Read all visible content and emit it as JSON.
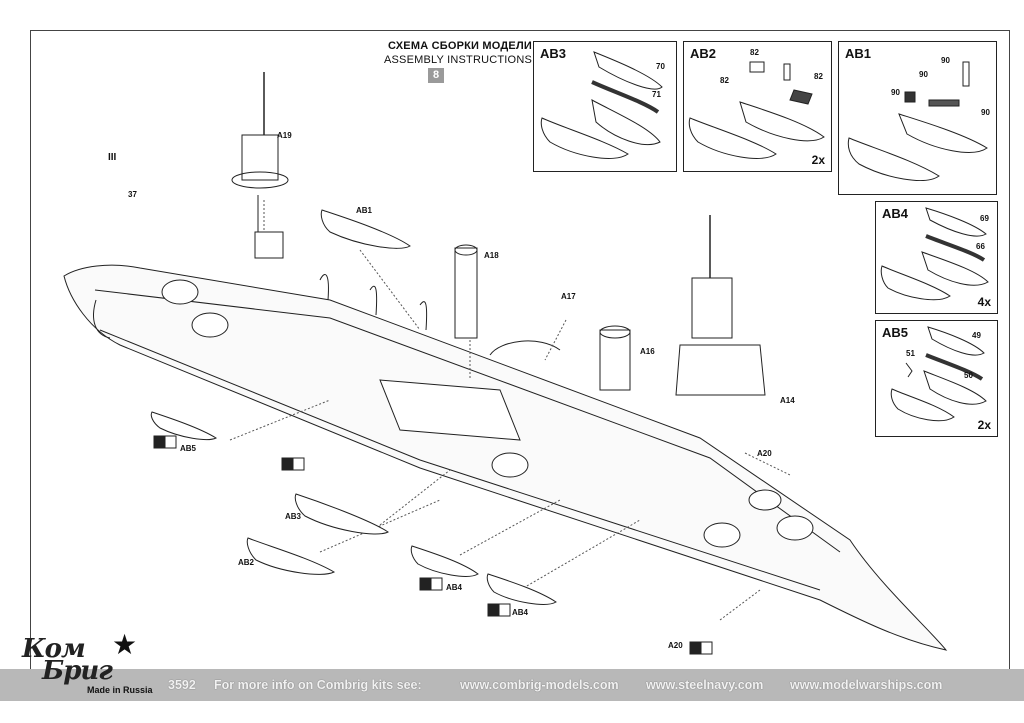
{
  "header": {
    "title_ru": "СХЕМА СБОРКИ МОДЕЛИ",
    "title_en": "ASSEMBLY INSTRUCTIONS",
    "page_number": "8"
  },
  "panels": {
    "ab3": {
      "label": "AB3",
      "parts": [
        "70",
        "71"
      ]
    },
    "ab2": {
      "label": "AB2",
      "parts": [
        "82",
        "82",
        "82"
      ],
      "multiplier": "2x"
    },
    "ab1": {
      "label": "AB1",
      "parts": [
        "90",
        "90",
        "90",
        "90"
      ]
    },
    "ab4": {
      "label": "AB4",
      "parts": [
        "69",
        "66"
      ],
      "multiplier": "4x"
    },
    "ab5": {
      "label": "AB5",
      "parts": [
        "49",
        "51",
        "50"
      ],
      "multiplier": "2x"
    }
  },
  "main_labels": {
    "roman": "III",
    "part_37": "37",
    "a19": "A19",
    "ab1": "AB1",
    "a18": "A18",
    "a17": "A17",
    "a16": "A16",
    "a14": "A14",
    "a20_top": "A20",
    "a20_bottom": "A20",
    "ab5": "AB5",
    "ab3": "AB3",
    "ab2": "AB2",
    "ab4_left": "AB4",
    "ab4_right": "AB4"
  },
  "footer": {
    "kit_number": "3592",
    "info_text": "For more info on Combrig kits see:",
    "url1": "www.combrig-models.com",
    "url2": "www.steelnavy.com",
    "url3": "www.modelwarships.com"
  },
  "logo": {
    "line1": "Ком",
    "line2": "Бриг",
    "made_in": "Made in Russia",
    "star": "★"
  }
}
